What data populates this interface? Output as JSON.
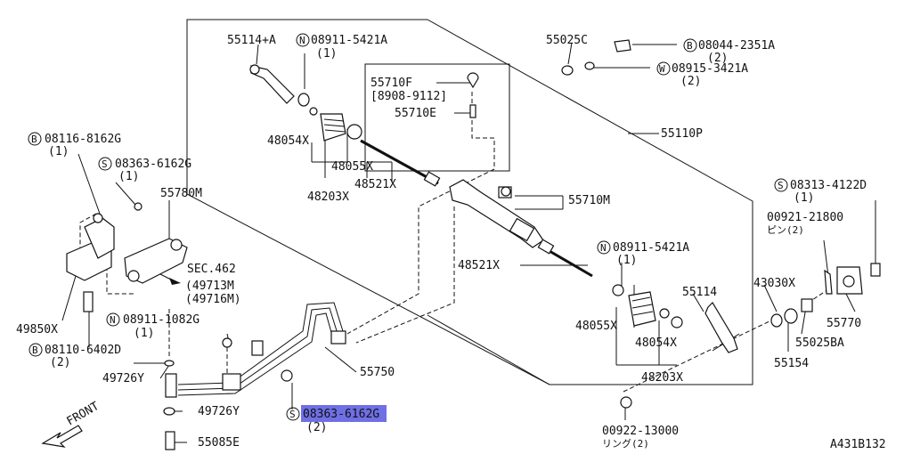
{
  "labels": {
    "p55114a": "55114+A",
    "n08911_5421a_top": "08911-5421A",
    "q1a": "(1)",
    "p55025c": "55025C",
    "b08044_2351a": "08044-2351A",
    "q2a": "(2)",
    "w08915_3421a": "08915-3421A",
    "q2b": "(2)",
    "p55710f": "55710F",
    "p8908_9112": "[8908-9112]",
    "p55710e": "55710E",
    "p55110p": "55110P",
    "p48054x_top": "48054X",
    "p48055x_top": "48055X",
    "p48521x_top": "48521X",
    "p48203x_top": "48203X",
    "b08116_8162g": "08116-8162G",
    "q1b": "(1)",
    "s08363_6162g_top": "08363-6162G",
    "q1c": "(1)",
    "p55780m": "55780M",
    "p55710m": "55710M",
    "s08313_4122d": "08313-4122D",
    "q1d": "(1)",
    "p00921_21800": "00921-21800",
    "pin2": "ピン(2)",
    "n08911_5421a_mid": "08911-5421A",
    "q1e": "(1)",
    "p48521x_mid": "48521X",
    "sec462": "SEC.462",
    "p49713m": "(49713M",
    "p49716m": "(49716M)",
    "p43030x": "43030X",
    "p55114": "55114",
    "p49850x": "49850X",
    "n08911_1082g": "08911-1082G",
    "q1f": "(1)",
    "p48055x_mid": "48055X",
    "p48054x_mid": "48054X",
    "p55770": "55770",
    "p55025ba": "55025BA",
    "b08110_6402d": "08110-6402D",
    "q2c": "(2)",
    "p55154": "55154",
    "p49726y_a": "49726Y",
    "p55750": "55750",
    "p48203x_mid": "48203X",
    "p49726y_b": "49726Y",
    "s08363_6162g_hl": "08363-6162G",
    "q2d": "(2)",
    "p00922_13000": "00922-13000",
    "ring2": "リング(2)",
    "front": "FRONT",
    "p55085e": "55085E",
    "code": "A431B132"
  },
  "symbols": {
    "n": "N",
    "b": "B",
    "w": "W",
    "s": "S"
  }
}
